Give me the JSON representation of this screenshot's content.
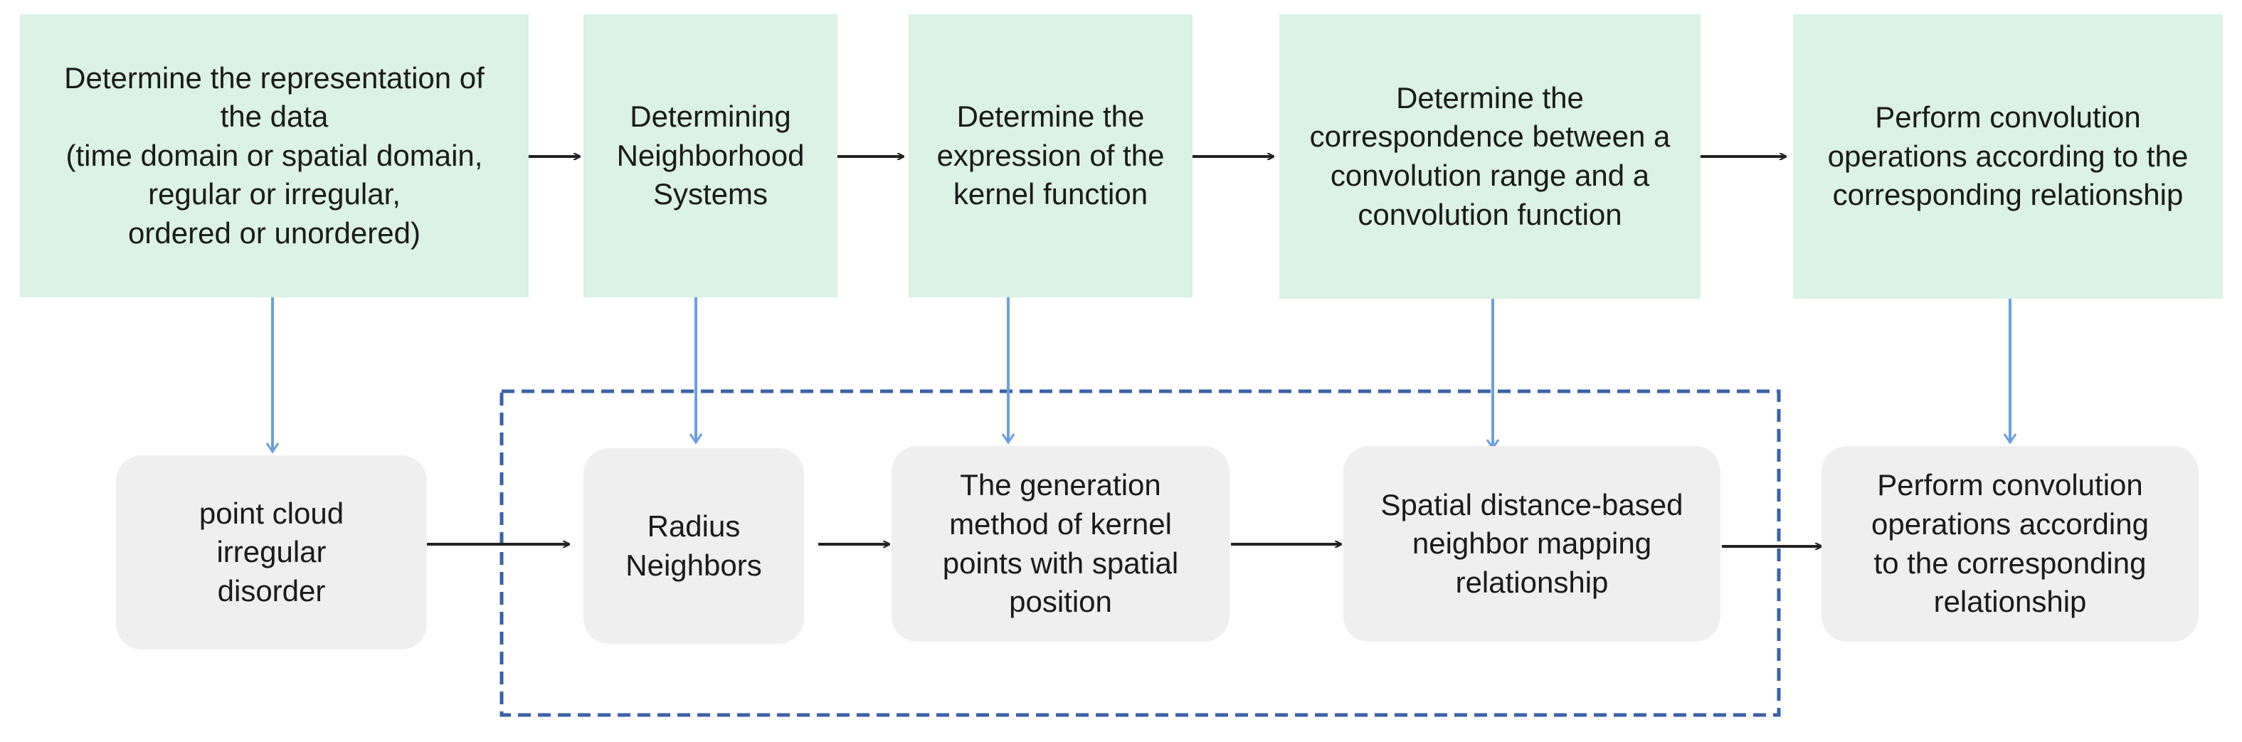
{
  "colors": {
    "top_box_fill": "#dbf2e6",
    "bottom_box_fill": "#efefef",
    "vertical_arrow": "#6a9fe0",
    "horizontal_arrow": "#222222",
    "dashed_frame": "#3a62a8"
  },
  "top_steps": [
    "Determine the representation of\nthe data\n(time domain or spatial domain,\nregular or irregular,\nordered or unordered)",
    "Determining\nNeighborhood\nSystems",
    "Determine the\nexpression of the\nkernel function",
    "Determine the\ncorrespondence between a\nconvolution range and a\nconvolution function",
    "Perform convolution\noperations according to the\ncorresponding relationship"
  ],
  "bottom_steps": [
    "point cloud\nirregular\ndisorder",
    "Radius\nNeighbors",
    "The generation\nmethod of kernel\npoints with spatial\nposition",
    "Spatial distance-based\nneighbor mapping\nrelationship",
    "Perform convolution\noperations according\nto the corresponding\nrelationship"
  ]
}
